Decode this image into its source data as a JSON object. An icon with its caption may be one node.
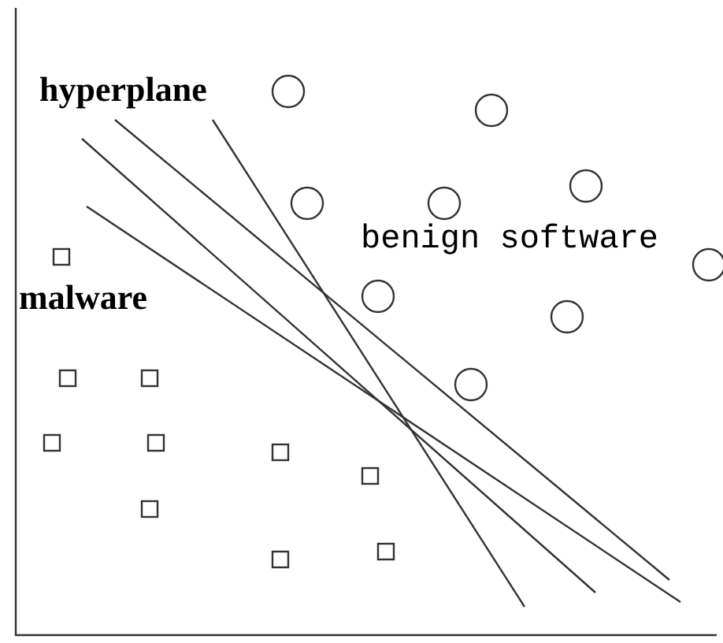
{
  "diagram": {
    "labels": [
      "hyperplane",
      "benign software",
      "malware"
    ]
  }
}
